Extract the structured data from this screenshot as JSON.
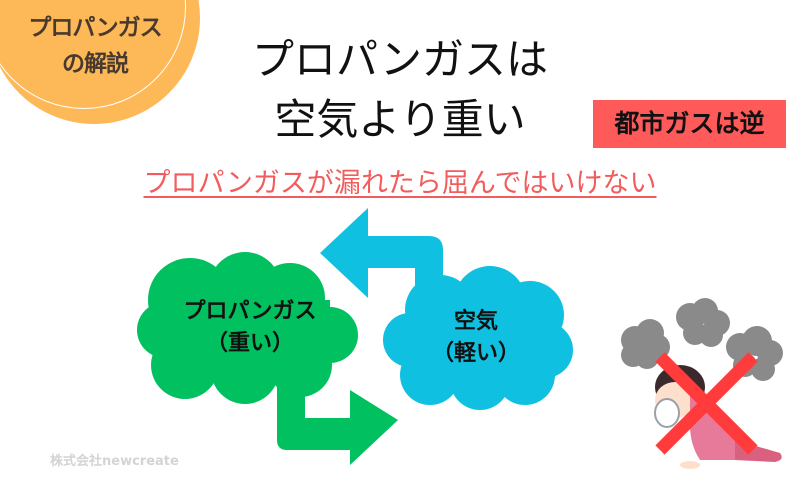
{
  "corner_badge": {
    "line1": "プロパンガス",
    "line2": "の解説",
    "color": "#FDB857"
  },
  "title": {
    "line1": "プロパンガスは",
    "line2": "空気より重い"
  },
  "city_gas_badge": {
    "label": "都市ガスは逆",
    "color": "#FF5A5A"
  },
  "subtitle": {
    "text": "プロパンガスが漏れたら屈んではいけない",
    "color": "#F25C5C"
  },
  "diagram": {
    "propane_cloud": {
      "line1": "プロパンガス",
      "line2": "（重い）",
      "color": "#00C05F",
      "arrow_direction": "down-right"
    },
    "air_cloud": {
      "line1": "空気",
      "line2": "（軽い）",
      "color": "#10C0E0",
      "arrow_direction": "up-left"
    }
  },
  "illustration": {
    "description": "crouching-person-covering-mouth-in-smoke",
    "overlay": "red-x-mark",
    "overlay_color": "#FF3B3B",
    "smoke_color": "#8a8a8a"
  },
  "watermark": {
    "text": "株式会社newcreate"
  }
}
